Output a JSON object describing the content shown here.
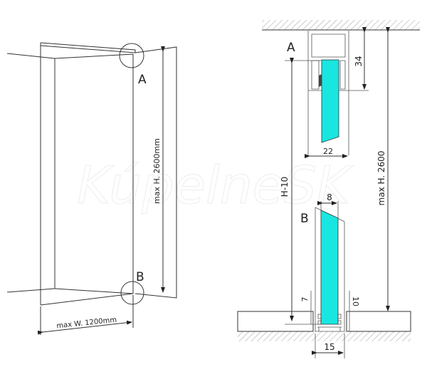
{
  "watermark": "KúpelneSK",
  "left_view": {
    "label_a": "A",
    "label_b": "B",
    "height_dim": "max H. 2600mm",
    "width_dim": "max W. 1200mm"
  },
  "detail_a": {
    "label": "A",
    "dim_height": "34",
    "dim_width": "22"
  },
  "detail_b": {
    "label": "B",
    "dim_glass": "8",
    "dim_depth_left": "7",
    "dim_depth_right": "10",
    "dim_width": "15"
  },
  "dims": {
    "h_minus": "H-10",
    "max_height": "max H. 2600"
  },
  "colors": {
    "glass": "#19e6e0",
    "line": "#333333"
  }
}
